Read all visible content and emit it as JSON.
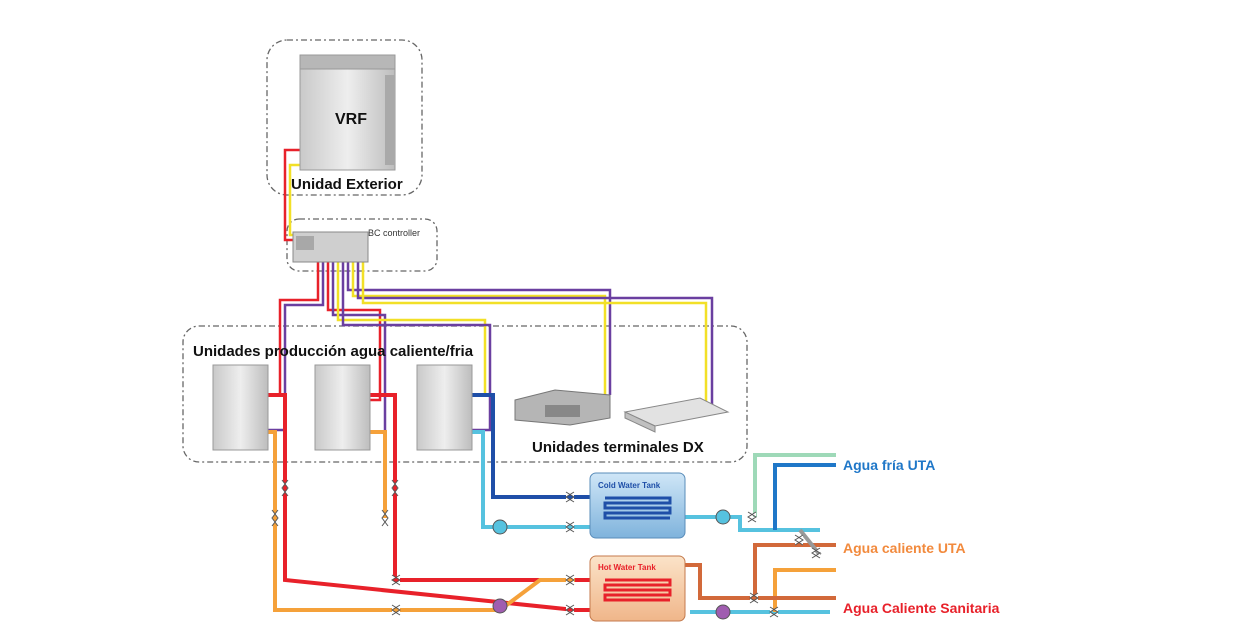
{
  "outdoor_unit": {
    "badge": "VRF",
    "caption": "Unidad Exterior"
  },
  "bc_controller": {
    "label": "BC controller"
  },
  "production_group": {
    "title": "Unidades producción agua caliente/fria"
  },
  "dx_group": {
    "title": "Unidades terminales DX"
  },
  "tanks": {
    "cold": "Cold Water Tank",
    "hot": "Hot Water Tank"
  },
  "outputs": {
    "cold_uta": "Agua fría UTA",
    "hot_uta": "Agua caliente UTA",
    "sanitary": "Agua Caliente Sanitaria"
  },
  "colors": {
    "red": "#e8212a",
    "orange": "#f5a13a",
    "yellow": "#f2e027",
    "purple": "#6a3fa0",
    "dark_blue": "#1f4fa8",
    "light_blue": "#56c2df",
    "mint": "#9ed9b8",
    "out_blue": "#1f77c8",
    "out_orange": "#f28a3d",
    "out_red": "#e8212a"
  },
  "icons": [
    "outdoor-unit-icon",
    "bc-controller-icon",
    "water-unit-icon",
    "ducted-unit-icon",
    "cassette-unit-icon",
    "tank-icon",
    "pump-icon",
    "valve-icon"
  ]
}
